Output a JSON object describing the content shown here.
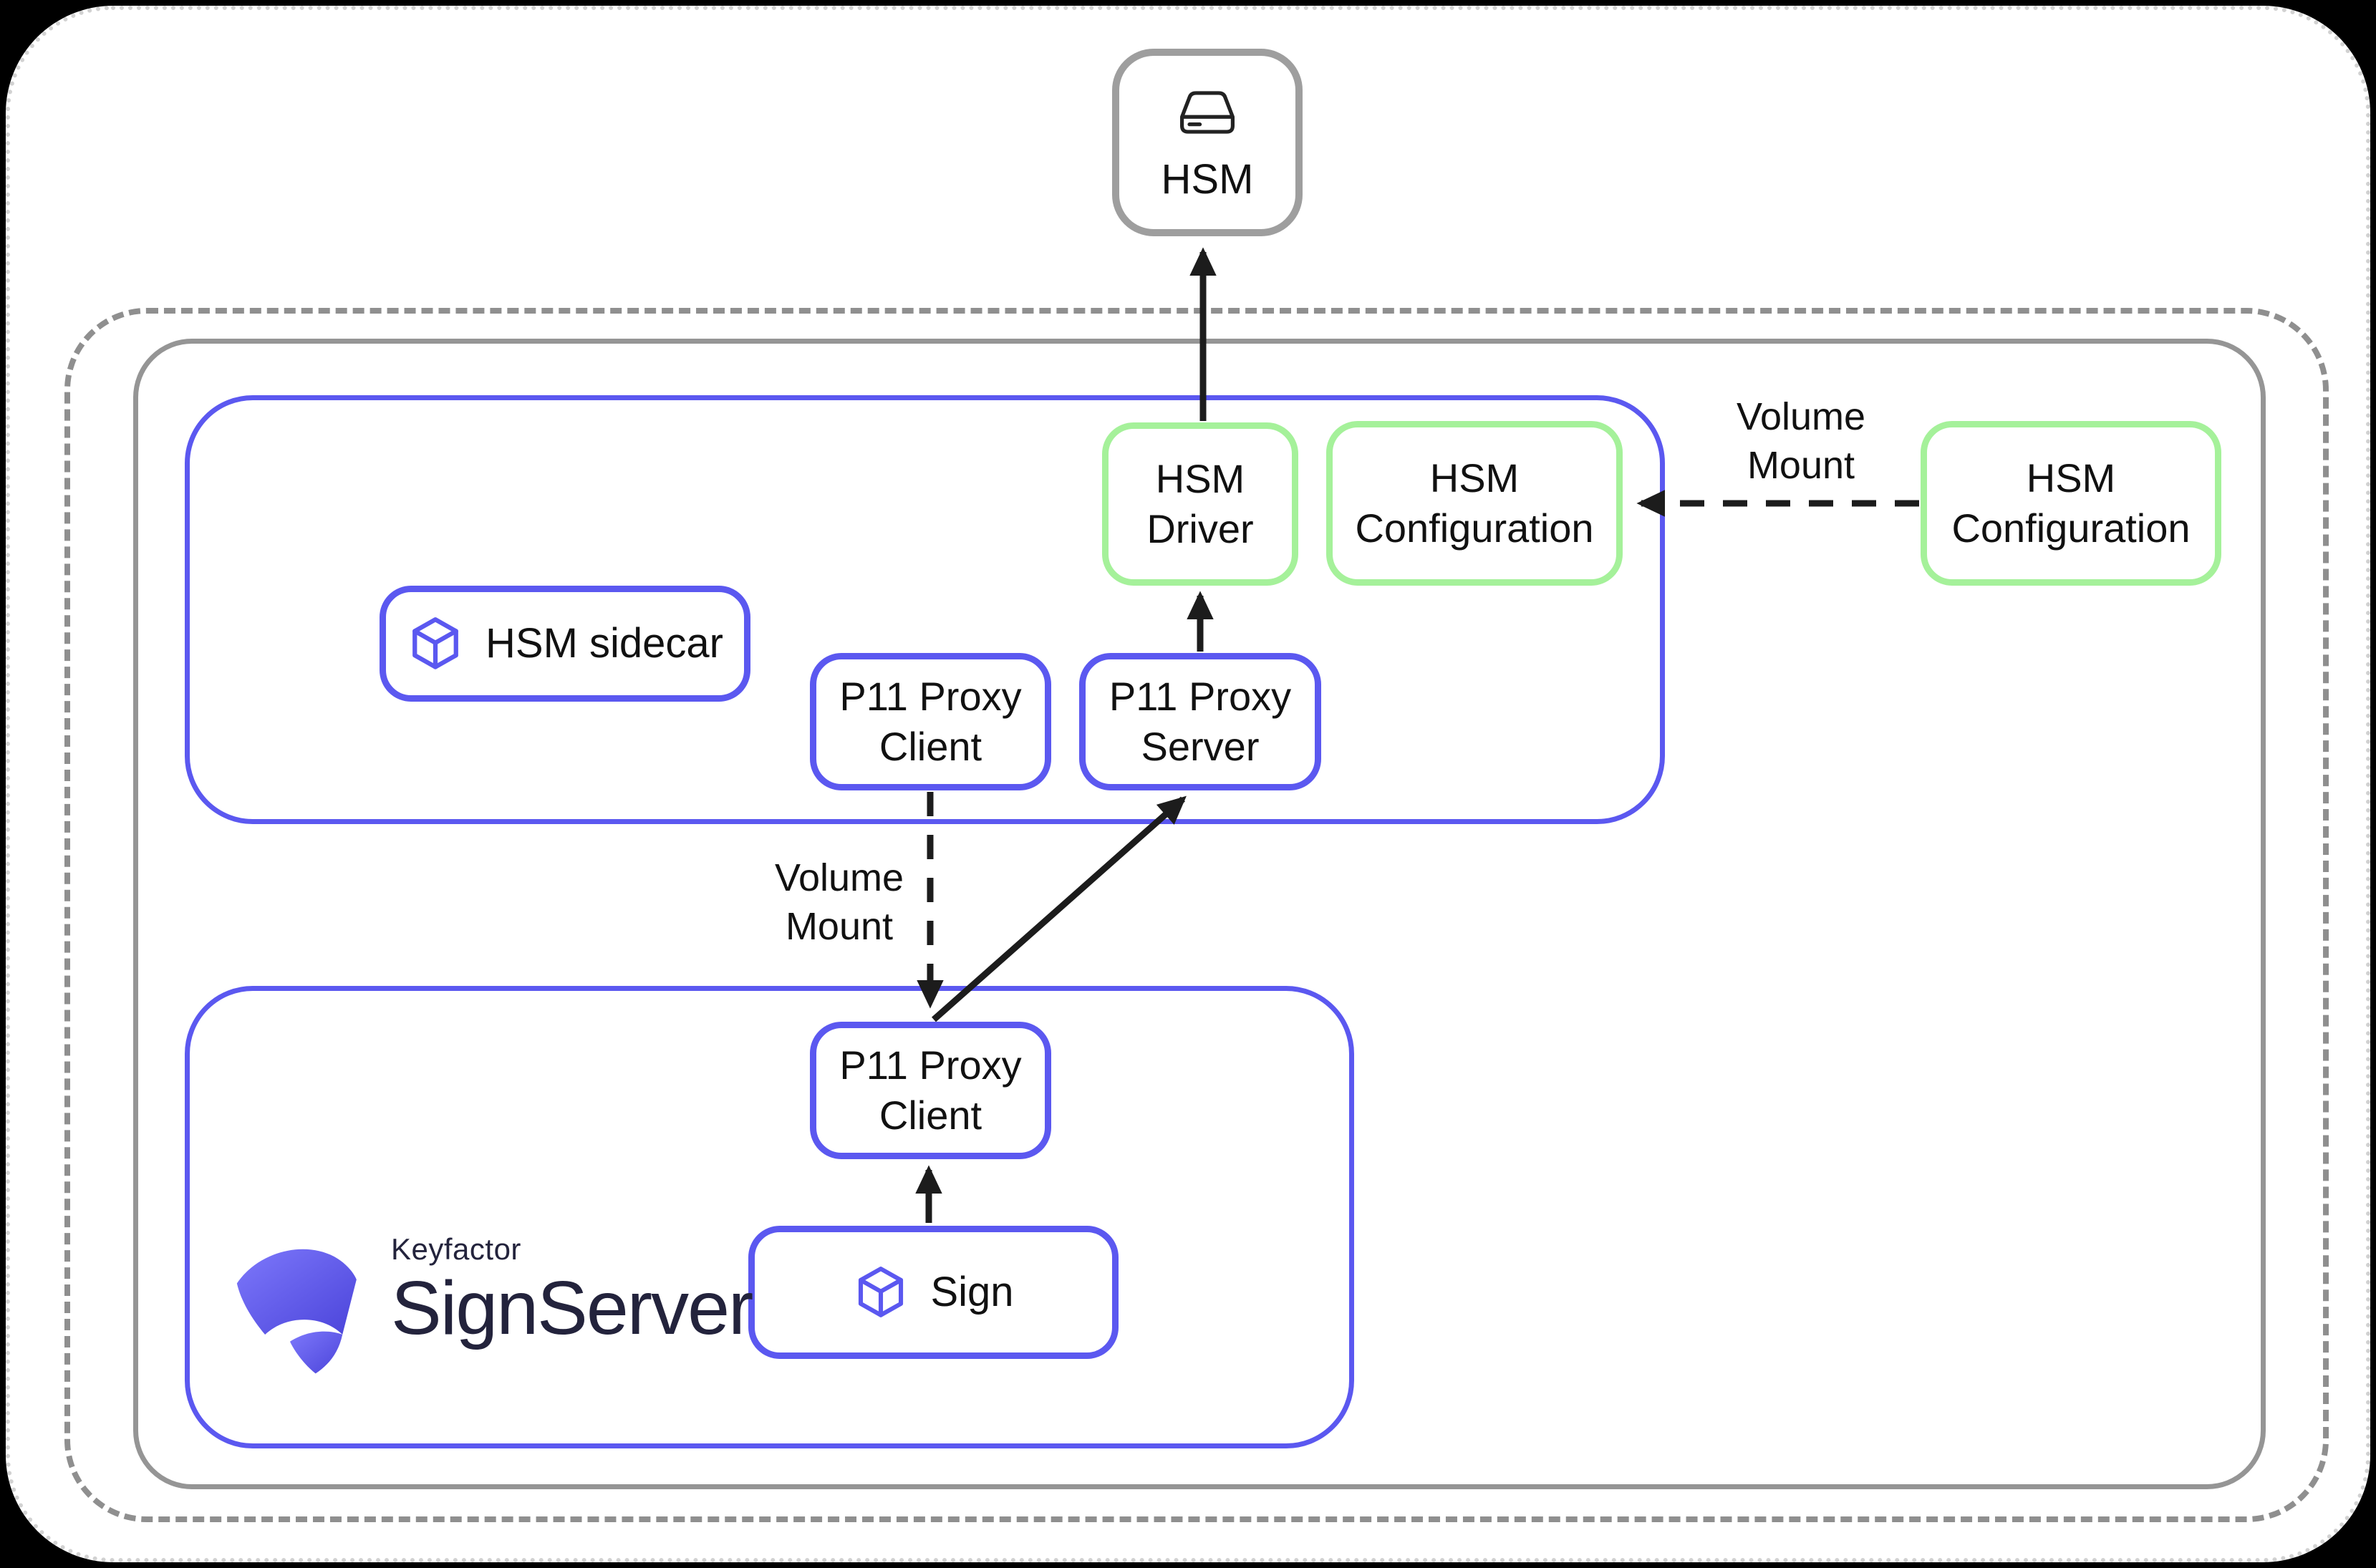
{
  "colors": {
    "blue": "#5b58f0",
    "green": "#a5f19a",
    "arrow": "#1c1c1c",
    "text": "#111111",
    "graySolid": "#959595",
    "grayDashed": "#8f8f8f",
    "hsmBorder": "#9e9e9e",
    "logoDark": "#23233c"
  },
  "hsm_node": {
    "label": "HSM"
  },
  "hsm_sidecar_pod": {
    "title": "HSM sidecar",
    "hsm_driver_label": "HSM Driver",
    "hsm_configuration_label": "HSM Configuration",
    "p11_proxy_client_label": "P11 Proxy Client",
    "p11_proxy_server_label": "P11 Proxy Server"
  },
  "signserver_pod": {
    "p11_proxy_client_label": "P11 Proxy Client",
    "sign_label": "Sign",
    "logo": {
      "company": "Keyfactor",
      "product": "SignServer"
    }
  },
  "external_config": {
    "hsm_configuration_label": "HSM Configuration"
  },
  "edges": {
    "volume_mount_top_label": "Volume Mount",
    "volume_mount_middle_label": "Volume Mount"
  }
}
